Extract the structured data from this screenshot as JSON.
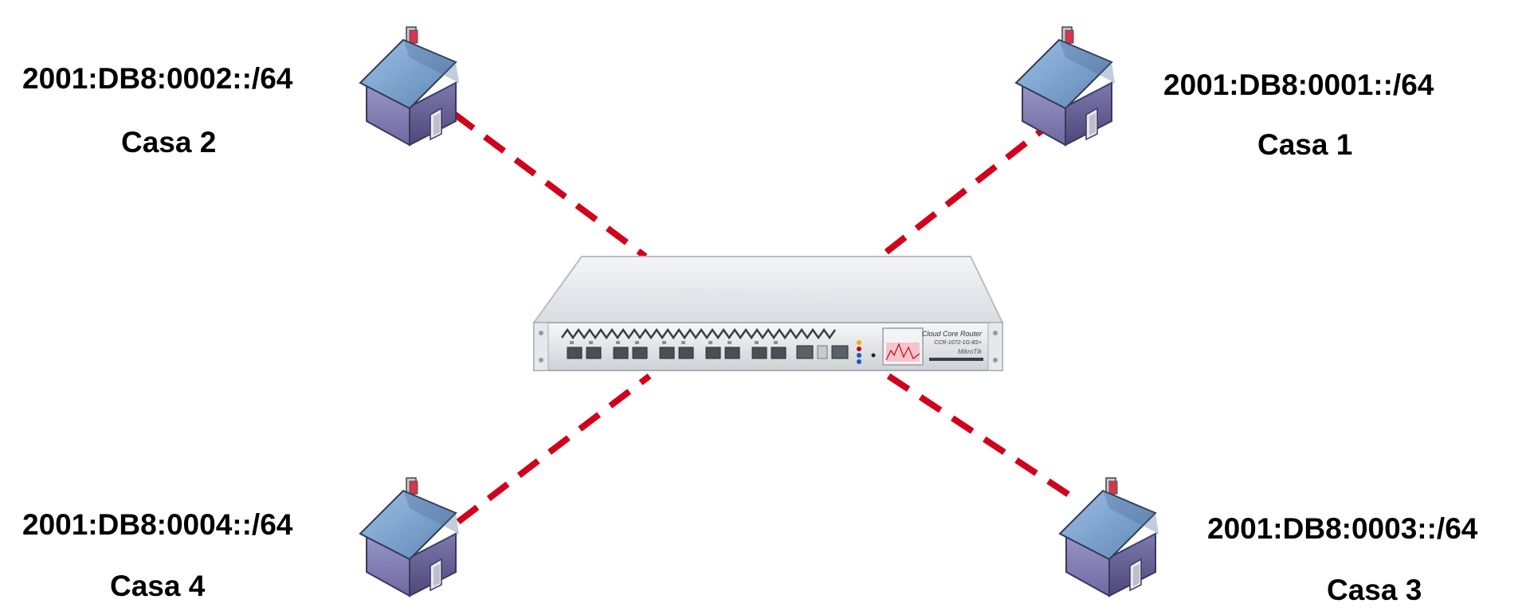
{
  "houses": [
    {
      "id": "casa-2",
      "prefix": "2001:DB8:0002::/64",
      "name": "Casa 2"
    },
    {
      "id": "casa-1",
      "prefix": "2001:DB8:0001::/64",
      "name": "Casa 1"
    },
    {
      "id": "casa-4",
      "prefix": "2001:DB8:0004::/64",
      "name": "Casa 4"
    },
    {
      "id": "casa-3",
      "prefix": "2001:DB8:0003::/64",
      "name": "Casa 3"
    }
  ],
  "router": {
    "brand_line1": "Cloud Core Router",
    "brand_line2": "CCR-1072-1G-8S+",
    "vendor": "MikroTik"
  },
  "colors": {
    "link": "#d0021b",
    "house_roof": "#7fa6cf",
    "house_wall_front": "#8b86b8",
    "house_wall_side": "#6a6596",
    "chimney": "#d9344a",
    "router_body": "#eceef1"
  }
}
